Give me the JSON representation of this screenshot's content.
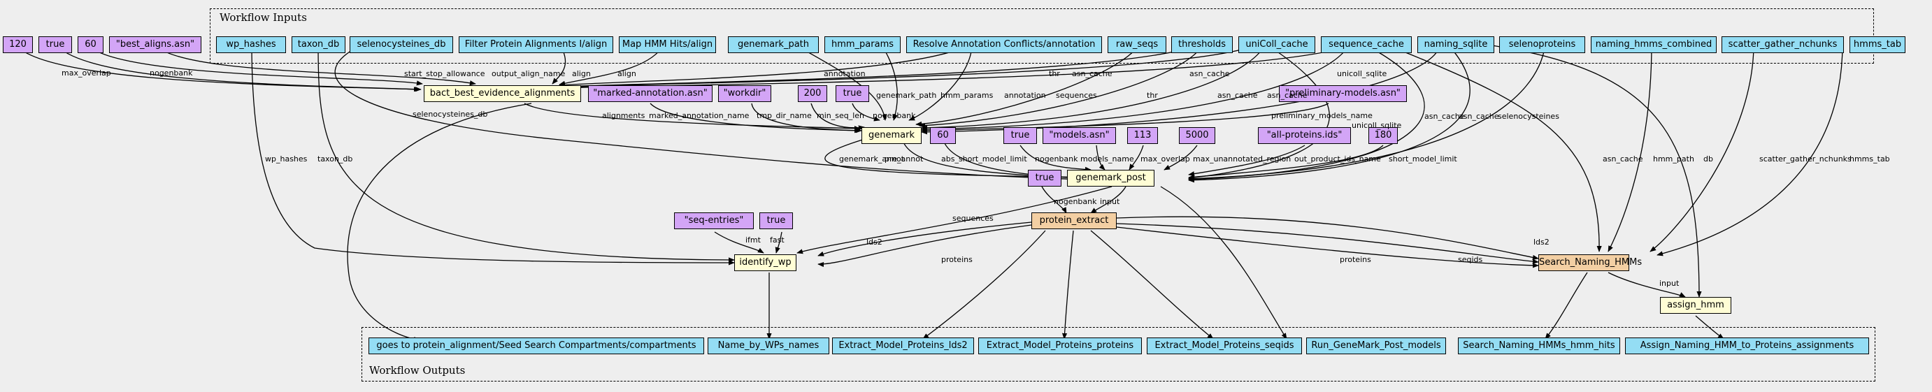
{
  "clusters": {
    "inputs_label": "Workflow Inputs",
    "outputs_label": "Workflow Outputs"
  },
  "inputs": {
    "wp_hashes": "wp_hashes",
    "taxon_db": "taxon_db",
    "selenocysteines_db": "selenocysteines_db",
    "filter_align": "Filter Protein Alignments I/align",
    "map_hmm_align": "Map HMM Hits/align",
    "genemark_path": "genemark_path",
    "hmm_params": "hmm_params",
    "resolve_annotation": "Resolve Annotation Conflicts/annotation",
    "raw_seqs": "raw_seqs",
    "thresholds": "thresholds",
    "unicoll_cache": "uniColl_cache",
    "sequence_cache": "sequence_cache",
    "naming_sqlite": "naming_sqlite",
    "selenoproteins": "selenoproteins",
    "naming_hmms_combined": "naming_hmms_combined",
    "scatter_gather_nchunks": "scatter_gather_nchunks",
    "hmms_tab": "hmms_tab"
  },
  "values": {
    "v120": "120",
    "true_a": "true",
    "v60_a": "60",
    "best_aligns": "\"best_aligns.asn\"",
    "marked_annotation": "\"marked-annotation.asn\"",
    "workdir": "\"workdir\"",
    "v200": "200",
    "true_b": "true",
    "preliminary_models": "\"preliminary-models.asn\"",
    "v60_b": "60",
    "true_c": "true",
    "models_asn": "\"models.asn\"",
    "v113": "113",
    "v5000": "5000",
    "all_proteins": "\"all-proteins.ids\"",
    "v180": "180",
    "true_d": "true",
    "seq_entries": "\"seq-entries\"",
    "true_e": "true"
  },
  "steps": {
    "bact_best": "bact_best_evidence_alignments",
    "genemark": "genemark",
    "genemark_post": "genemark_post",
    "protein_extract": "protein_extract",
    "identify_wp": "identify_wp",
    "search_naming": "Search_Naming_HMMs",
    "assign_hmm": "assign_hmm"
  },
  "outputs": {
    "goes_to": "goes to protein_alignment/Seed Search Compartments/compartments",
    "name_by_wps": "Name_by_WPs_names",
    "extract_lds2": "Extract_Model_Proteins_lds2",
    "extract_proteins": "Extract_Model_Proteins_proteins",
    "extract_seqids": "Extract_Model_Proteins_seqids",
    "run_genemark_models": "Run_GeneMark_Post_models",
    "search_hmm_hits": "Search_Naming_HMMs_hmm_hits",
    "assign_naming": "Assign_Naming_HMM_to_Proteins_assignments"
  },
  "edge_labels": {
    "max_overlap": "max_overlap",
    "nogenbank_a": "nogenbank",
    "start_stop": "start_stop_allowance",
    "output_align_name": "output_align_name",
    "align_a": "align",
    "align_b": "align",
    "annotation_a": "annotation",
    "thr_a": "thr",
    "asn_cache_a": "asn_cache",
    "asn_cache_b": "asn_cache",
    "selenocysteines_db": "selenocysteines_db",
    "alignments": "alignments",
    "marked_annotation_name": "marked_annotation_name",
    "tmp_dir_name": "tmp_dir_name",
    "min_seq_len": "min_seq_len",
    "genemark_path": "genemark_path",
    "hmm_params": "hmm_params",
    "nogenbank_b": "nogenbank",
    "annotation_b": "annotation",
    "sequences_a": "sequences",
    "thr_b": "thr",
    "asn_cache_c": "asn_cache",
    "asn_cache_d": "asn_cache",
    "unicoll_sqlite_a": "unicoll_sqlite",
    "preliminary_models_name": "preliminary_models_name",
    "unicoll_sqlite_b": "unicoll_sqlite",
    "asn_cache_e": "asn_cache",
    "asn_cache_f": "asn_cache",
    "selenocysteines": "selenocysteines",
    "genemark_annot": "genemark_annot",
    "pre_annot": "pre_annot",
    "abs_short_model_limit": "abs_short_model_limit",
    "nogenbank_c": "nogenbank",
    "models_name": "models_name",
    "max_overlap_b": "max_overlap",
    "max_unannotated_region": "max_unannotated_region",
    "out_product_ids_name": "out_product_ids_name",
    "short_model_limit": "short_model_limit",
    "asn_cache_g": "asn_cache",
    "hmm_path": "hmm_path",
    "db": "db",
    "scatter_gather_nchunks": "scatter_gather_nchunks",
    "hmms_tab": "hmms_tab",
    "wp_hashes": "wp_hashes",
    "taxon_db": "taxon_db",
    "nogenbank_d": "nogenbank",
    "input_a": "input",
    "sequences_b": "sequences",
    "ifmt": "ifmt",
    "fast": "fast",
    "lds2_a": "lds2",
    "proteins_a": "proteins",
    "proteins_b": "proteins",
    "seqids": "seqids",
    "lds2_b": "lds2",
    "input_b": "input"
  }
}
